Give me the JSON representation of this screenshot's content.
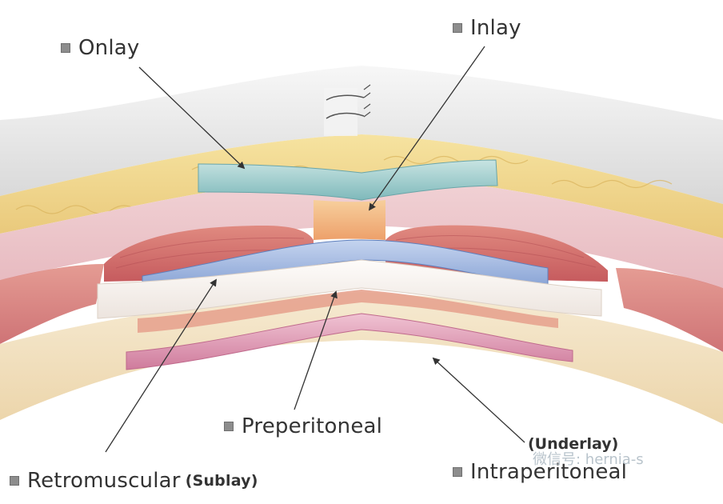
{
  "labels": {
    "onlay": "Onlay",
    "inlay": "Inlay",
    "preperitoneal": "Preperitoneal",
    "retromuscular": "Retromuscular",
    "retromuscular_sub": "(Sublay)",
    "underlay": "(Underlay)",
    "intraperitoneal": "Intraperitoneal"
  },
  "watermark": "微信号: hernia-s",
  "colors": {
    "skin": "#ececec",
    "fat": "#f2d98c",
    "muscle": "#cf6b6b",
    "onlay_mesh": "#9fcfcc",
    "inlay_mesh": "#f2b680",
    "sublay_mesh": "#9ab4dd",
    "preperitoneal_mesh": "#f7f2ee",
    "peritoneum": "#f3e3c4",
    "intraperitoneal_mesh": "#dc98b2",
    "label_bullet": "#8d8d8d"
  }
}
